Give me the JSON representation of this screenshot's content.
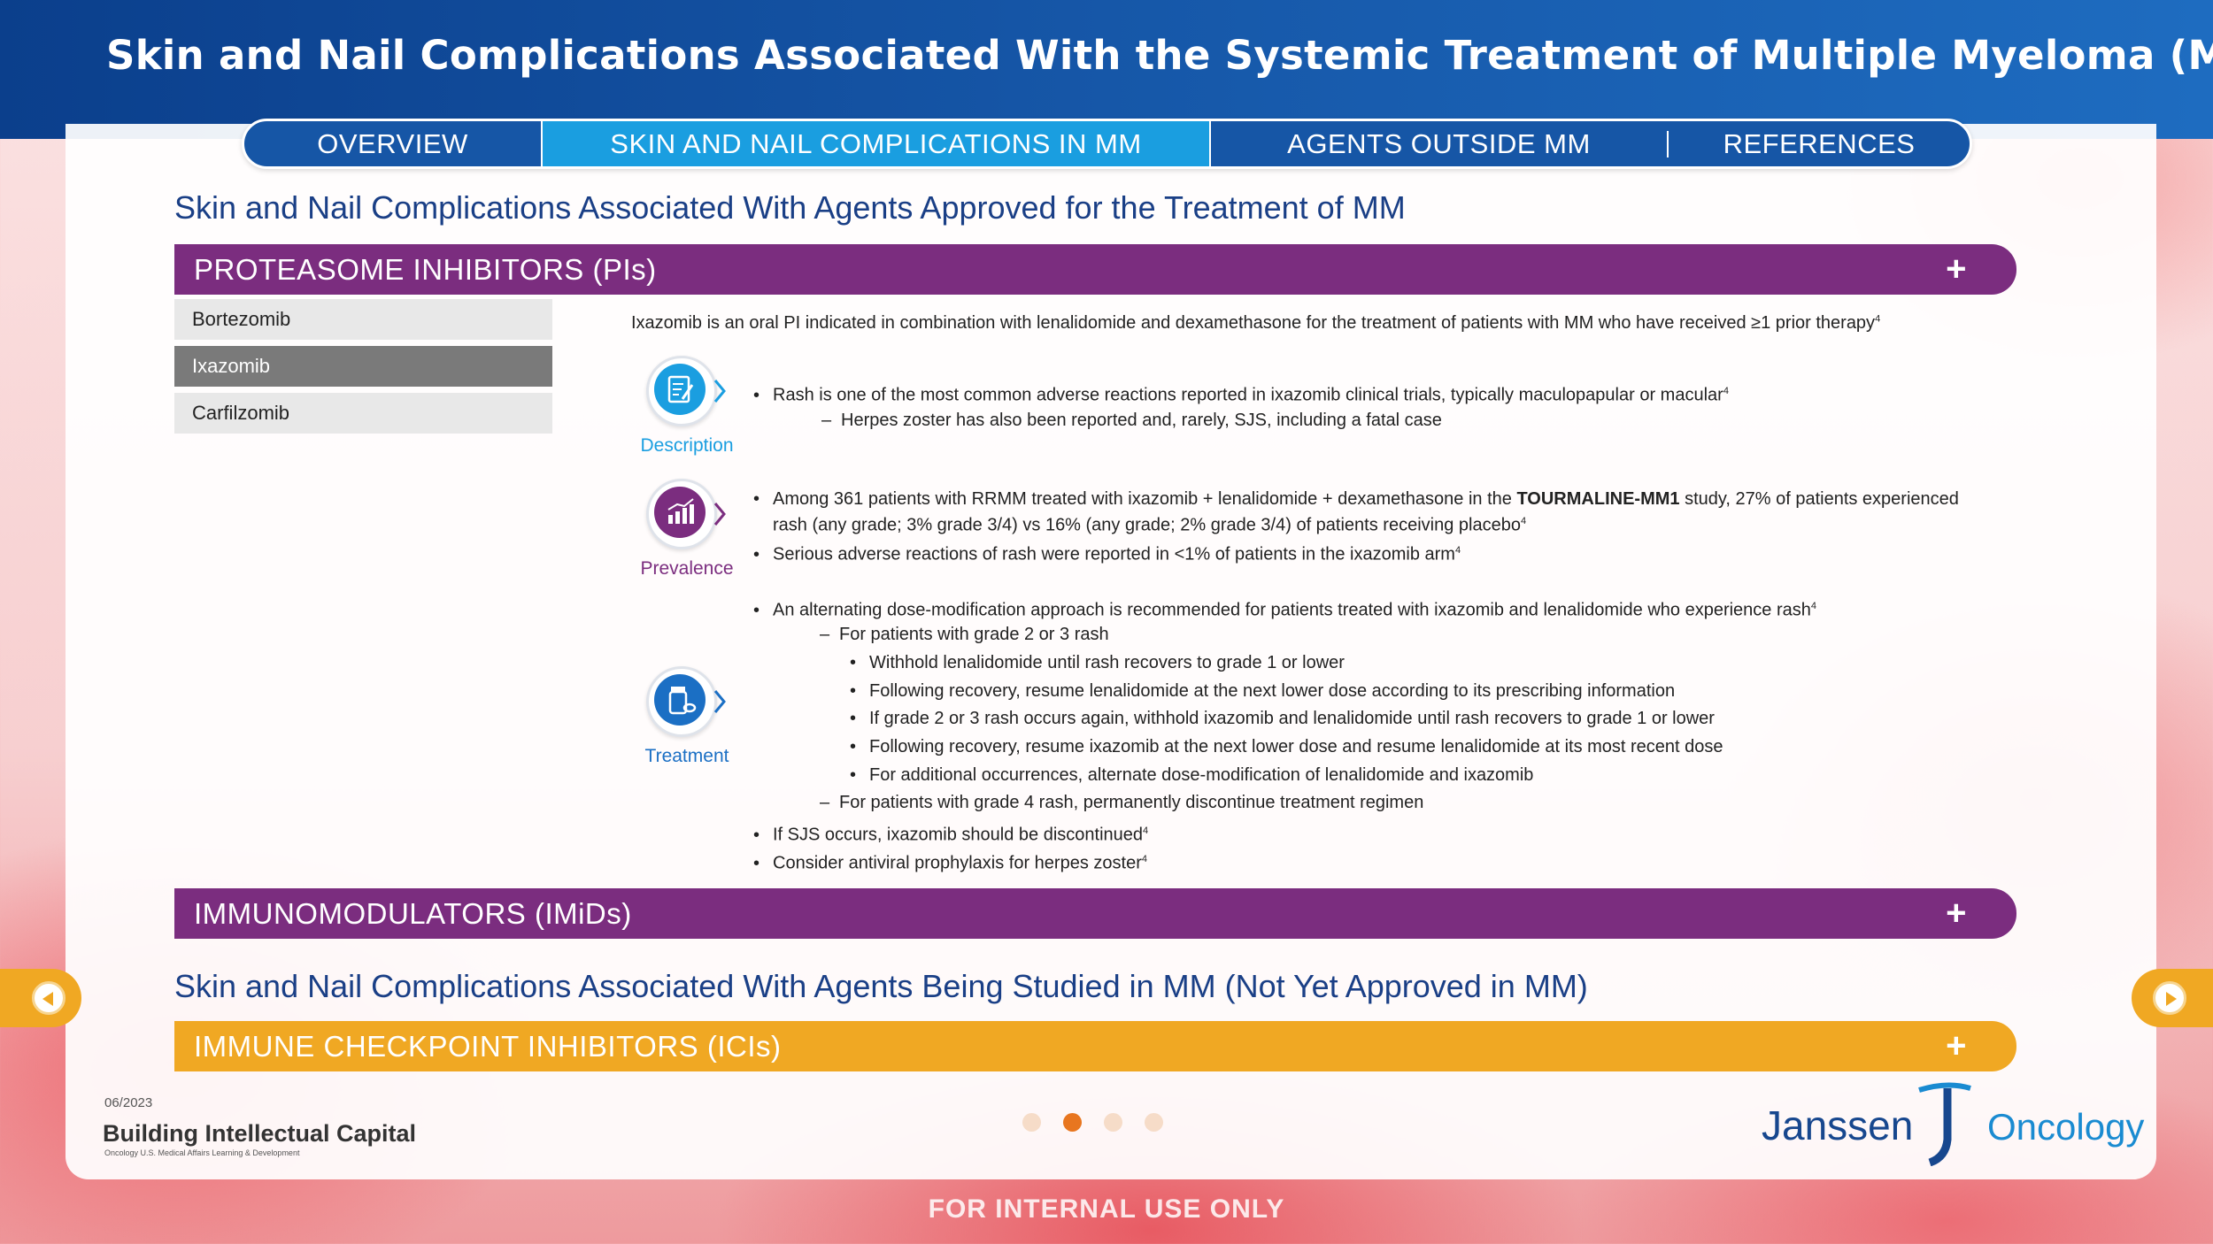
{
  "header": {
    "title": "Skin and Nail Complications Associated With the Systemic Treatment of Multiple Myeloma (MM)"
  },
  "tabs": [
    {
      "label": "OVERVIEW"
    },
    {
      "label": "SKIN AND NAIL COMPLICATIONS IN MM"
    },
    {
      "label": "AGENTS OUTSIDE MM"
    },
    {
      "label": "REFERENCES"
    }
  ],
  "section1": {
    "title": "Skin and Nail Complications Associated With Agents Approved for the Treatment of MM"
  },
  "accordion": {
    "pis": {
      "label": "PROTEASOME INHIBITORS (PIs)",
      "icon": "plus-icon"
    },
    "imids": {
      "label": "IMMUNOMODULATORS (IMiDs)",
      "icon": "plus-icon"
    },
    "icis": {
      "label": "IMMUNE CHECKPOINT INHIBITORS (ICIs)",
      "icon": "plus-icon"
    }
  },
  "drugs": [
    {
      "label": "Bortezomib",
      "active": false
    },
    {
      "label": "Ixazomib",
      "active": true
    },
    {
      "label": "Carfilzomib",
      "active": false
    }
  ],
  "content": {
    "intro": "Ixazomib is an oral PI indicated in combination with lenalidomide and dexamethasone for the treatment of patients with MM who have received ≥1 prior therapy",
    "intro_sup": "4",
    "description": {
      "label": "Description",
      "b1": "Rash is one of the most common adverse reactions reported in ixazomib clinical trials, typically maculopapular or macular",
      "b1_sup": "4",
      "b1a": "Herpes zoster has also been reported and, rarely, SJS, including a fatal case"
    },
    "prevalence": {
      "label": "Prevalence",
      "b1_pre": "Among 361 patients with RRMM treated with ixazomib + lenalidomide + dexamethasone in the ",
      "b1_bold": "TOURMALINE-MM1",
      "b1_post": " study, 27% of patients experienced",
      "b1_line2": "rash (any grade; 3% grade 3/4) vs 16% (any grade; 2% grade 3/4) of patients receiving placebo",
      "b1_sup": "4",
      "b2": "Serious adverse reactions of rash were reported in <1% of patients in the ixazomib arm",
      "b2_sup": "4"
    },
    "treatment": {
      "label": "Treatment",
      "b1": "An alternating dose-modification approach is recommended for patients treated with ixazomib and lenalidomide who experience rash",
      "b1_sup": "4",
      "s1": "For patients with grade 2 or 3 rash",
      "s1a": "Withhold lenalidomide until rash recovers to grade 1 or lower",
      "s1b": "Following recovery, resume lenalidomide at the next lower dose according to its prescribing information",
      "s1c": "If grade 2 or 3 rash occurs again, withhold ixazomib and lenalidomide until rash recovers to grade 1 or lower",
      "s1d": "Following recovery, resume ixazomib at the next lower dose and resume lenalidomide at its most recent dose",
      "s1e": "For additional occurrences, alternate dose-modification of lenalidomide and ixazomib",
      "s2": "For patients with grade 4 rash, permanently discontinue treatment regimen",
      "b2": "If SJS occurs, ixazomib should be discontinued",
      "b2_sup": "4",
      "b3": "Consider antiviral prophylaxis for herpes zoster",
      "b3_sup": "4"
    }
  },
  "section2": {
    "title": "Skin and Nail Complications Associated With Agents Being Studied in MM (Not Yet Approved in MM)"
  },
  "pagination": {
    "current": 2,
    "total": 4
  },
  "footer": {
    "date": "06/2023",
    "brand": "Building Intellectual Capital",
    "brand_sub": "Oncology U.S. Medical Affairs Learning & Development",
    "logo_word": "Janssen",
    "logo_word2": "Oncology",
    "internal": "FOR INTERNAL USE ONLY"
  },
  "colors": {
    "header_blue": "#0b3f8c",
    "active_tab": "#1a9ee0",
    "purple": "#7b2d7f",
    "orange": "#f0a823",
    "description_icon": "#1a9ee0",
    "prevalence_icon": "#7b2d7f",
    "treatment_icon": "#1b6fc4"
  }
}
